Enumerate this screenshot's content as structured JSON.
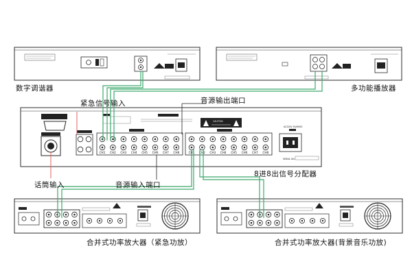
{
  "devices": {
    "tuner": {
      "label": "数字调谐器"
    },
    "player": {
      "label": "多功能播放器"
    },
    "distributor": {
      "label": "8进8出信号分配器",
      "input_channels": [
        "CH1",
        "CH2",
        "CH3",
        "CH4",
        "CH5",
        "CH6",
        "CH7",
        "CH8"
      ],
      "output_channels": [
        "CH1",
        "CH2",
        "CH3",
        "CH4",
        "CH5",
        "CH6",
        "CH7",
        "CH8"
      ],
      "caution_text": "CAUTION",
      "voltage_text": "AC220V 50/60HZ",
      "serial_text": "SERIAL NO."
    },
    "amp_emergency": {
      "label": "合并式功率放大器（紧急功放）"
    },
    "amp_background": {
      "label": "合并式功率放大器(背景音乐功放)"
    }
  },
  "annotations": {
    "emergency_input": "紧急信号输入",
    "mic_input": "话筒输入",
    "source_output_port": "音源输出端口",
    "source_input_port": "音源输入端口"
  },
  "colors": {
    "signal_line": "#3aa86b",
    "callout_line": "#e0524f",
    "outline": "#2a2a2a"
  }
}
